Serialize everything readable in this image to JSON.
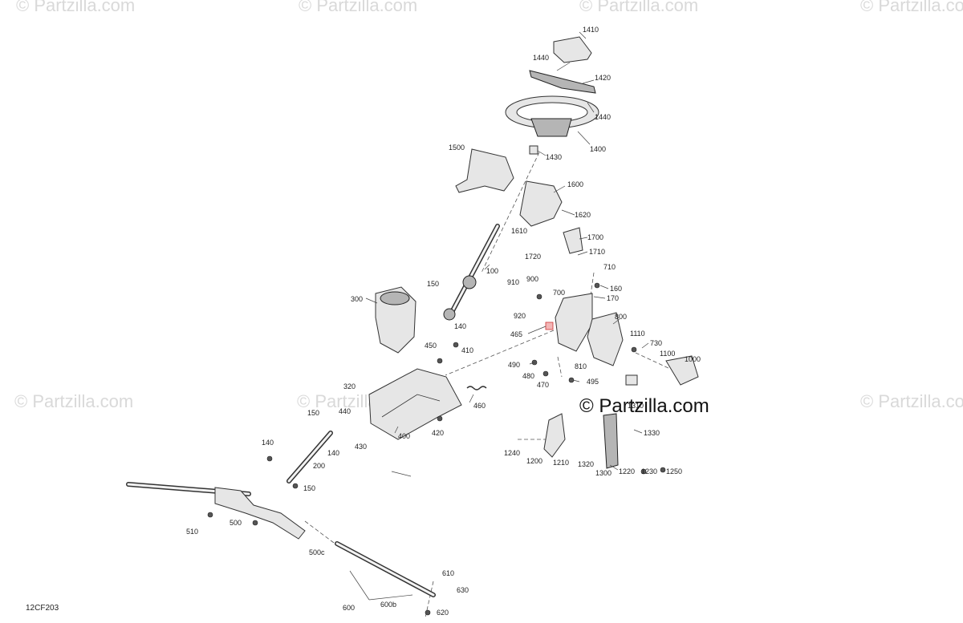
{
  "diagram_id": "12CF203",
  "watermark": "© Partzilla.com",
  "watermark_faint": "© Partzilla.com",
  "part_labels": {
    "p1410": "1410",
    "p1440a": "1440",
    "p1420": "1420",
    "p1440b": "1440",
    "p1400": "1400",
    "p1430": "1430",
    "p1500": "1500",
    "p1600": "1600",
    "p1620": "1620",
    "p1610": "1610",
    "p1700": "1700",
    "p1720": "1720",
    "p1710": "1710",
    "p100": "100",
    "p150a": "150",
    "p710": "710",
    "p910": "910",
    "p900": "900",
    "p160": "160",
    "p700": "700",
    "p170": "170",
    "p300": "300",
    "p920": "920",
    "p140a": "140",
    "p800": "800",
    "p465": "465",
    "p1110": "1110",
    "p730": "730",
    "p450": "450",
    "p410": "410",
    "p1100": "1100",
    "p490": "490",
    "p810": "810",
    "p1000": "1000",
    "p480": "480",
    "p495": "495",
    "p470": "470",
    "p320": "320",
    "p460": "460",
    "p1310": "1310",
    "p150b": "150",
    "p440": "440",
    "p1330": "1330",
    "p420": "420",
    "p400": "400",
    "p430": "430",
    "p140b": "140",
    "p140c": "140",
    "p1240": "1240",
    "p200": "200",
    "p1200": "1200",
    "p1210": "1210",
    "p1320": "1320",
    "p1300": "1300",
    "p1220": "1220",
    "p1230": "1230",
    "p1250": "1250",
    "p150c": "150",
    "p510": "510",
    "p500": "500",
    "p500c": "500c",
    "p610": "610",
    "p630": "630",
    "p600": "600",
    "p600b": "600b",
    "p620": "620"
  }
}
